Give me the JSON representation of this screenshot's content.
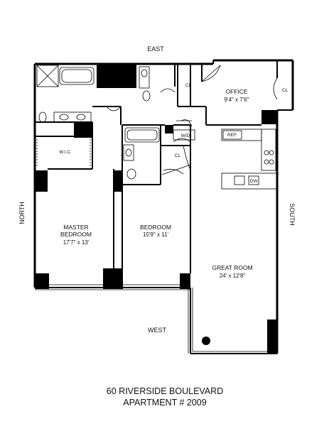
{
  "compass": {
    "east": "EAST",
    "west": "WEST",
    "north": "NORTH",
    "south": "SOUTH"
  },
  "rooms": {
    "office": {
      "name": "OFFICE",
      "dims": "9'4\" x 7'6\""
    },
    "master_bedroom": {
      "name_line1": "MASTER",
      "name_line2": "BEDROOM",
      "dims": "17'7\" x 13'"
    },
    "bedroom": {
      "name": "BEDROOM",
      "dims": "15'9\" x 11'"
    },
    "great_room": {
      "name": "GREAT ROOM",
      "dims": "24' x 12'8\""
    }
  },
  "fixtures": {
    "closet": "CL",
    "wic": "W.I.C.",
    "washer_dryer": "W/D",
    "refrigerator": "REF.",
    "dishwasher": "DW"
  },
  "caption": {
    "line1": "60 RIVERSIDE BOULEVARD",
    "line2": "APARTMENT # 2009"
  }
}
